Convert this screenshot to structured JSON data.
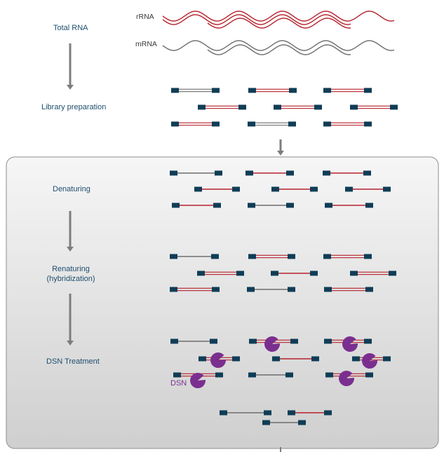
{
  "steps": {
    "total_rna": "Total RNA",
    "library_preparation": "Library preparation",
    "denaturing": "Denaturing",
    "renaturing_line1": "Renaturing",
    "renaturing_line2": "(hybridization)",
    "dsn_treatment": "DSN Treatment"
  },
  "rna_labels": {
    "rrna": "rRNA",
    "mrna": "mRNA"
  },
  "enzyme_label": "DSN",
  "colors": {
    "rrna": "#b5212b",
    "mrna": "#6d6d6d",
    "adapter": "#0f3d56",
    "arrow": "#7d7d7d",
    "panel_bg_top": "#f4f4f4",
    "panel_bg_bottom": "#d2d2d2",
    "panel_border": "#8e8e8e",
    "enzyme": "#7a2f8f",
    "label_text": "#1d4e6e"
  }
}
